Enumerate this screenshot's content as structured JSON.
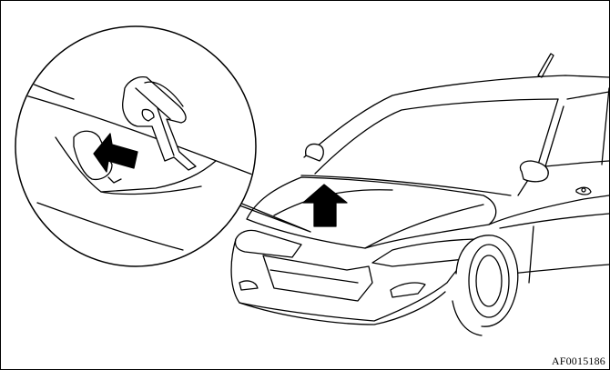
{
  "figure": {
    "code": "AF0015186",
    "stroke_color": "#000000",
    "fill_color": "#ffffff",
    "arrow_color": "#000000",
    "depicts": [
      "car",
      "hood",
      "hood-release-lever",
      "lift-arrow",
      "magnified-inset"
    ]
  }
}
